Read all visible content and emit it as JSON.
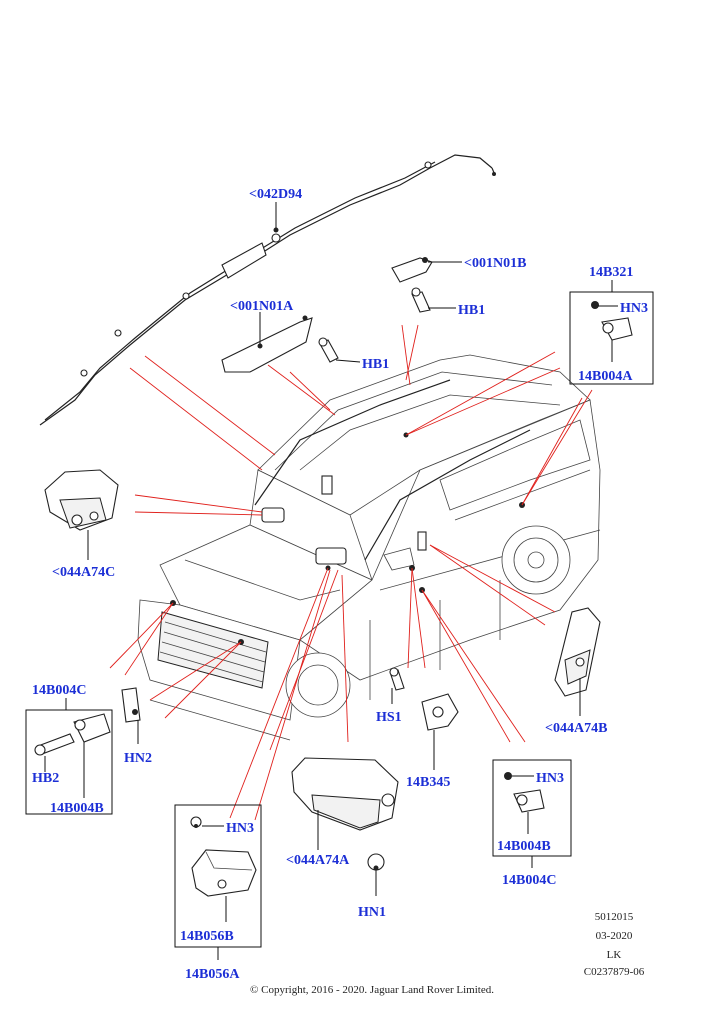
{
  "labels": {
    "curtain_airbag_roof": "<042D94",
    "module_rear_top": "<001N01B",
    "bolt_hb1_top": "HB1",
    "module_rear_left": "<001N01A",
    "bolt_hb1_left": "HB1",
    "sensor_group_right": "14B321",
    "nut_hn3_right": "HN3",
    "sensor_right": "14B004A",
    "driver_airbag": "<044A74C",
    "sensor_group_front_left": "14B004C",
    "bracket_hn2": "HN2",
    "bolt_hb2": "HB2",
    "sensor_front_left": "14B004B",
    "seat_airbag": "<044A74B",
    "screw_hs1": "HS1",
    "sensor_center": "14B345",
    "nut_hn3_mid": "HN3",
    "sensor_mid": "14B004B",
    "sensor_group_mid": "14B004C",
    "nut_hn3_module": "HN3",
    "control_module": "14B056B",
    "control_module_group": "14B056A",
    "passenger_airbag": "<044A74A",
    "nut_hn1": "HN1"
  },
  "reference": {
    "line1": "5012015",
    "line2": "03-2020",
    "line3": "LK",
    "line4": "C0237879-06"
  },
  "copyright": "© Copyright, 2016 - 2020. Jaguar Land Rover Limited."
}
